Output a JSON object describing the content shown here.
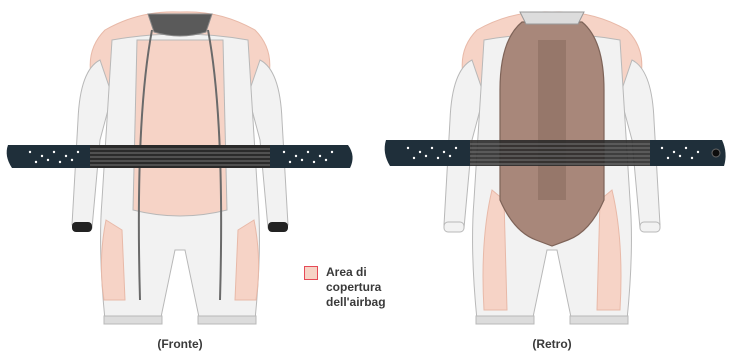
{
  "captions": {
    "front": "(Fronte)",
    "back": "(Retro)"
  },
  "legend": {
    "label": "Area di copertura dell'airbag",
    "swatch_fill": "#f6d3c6",
    "swatch_border": "#e64a57"
  },
  "colors": {
    "suit_base": "#f2f2f2",
    "suit_outline": "#b8b8b8",
    "suit_panel_dark": "#8a8a8a",
    "airbag_zone": "#f6d3c6",
    "back_protector": "#a8877a",
    "belt": "#1f2f3a",
    "belt_elastic": "#2a2a2a"
  }
}
